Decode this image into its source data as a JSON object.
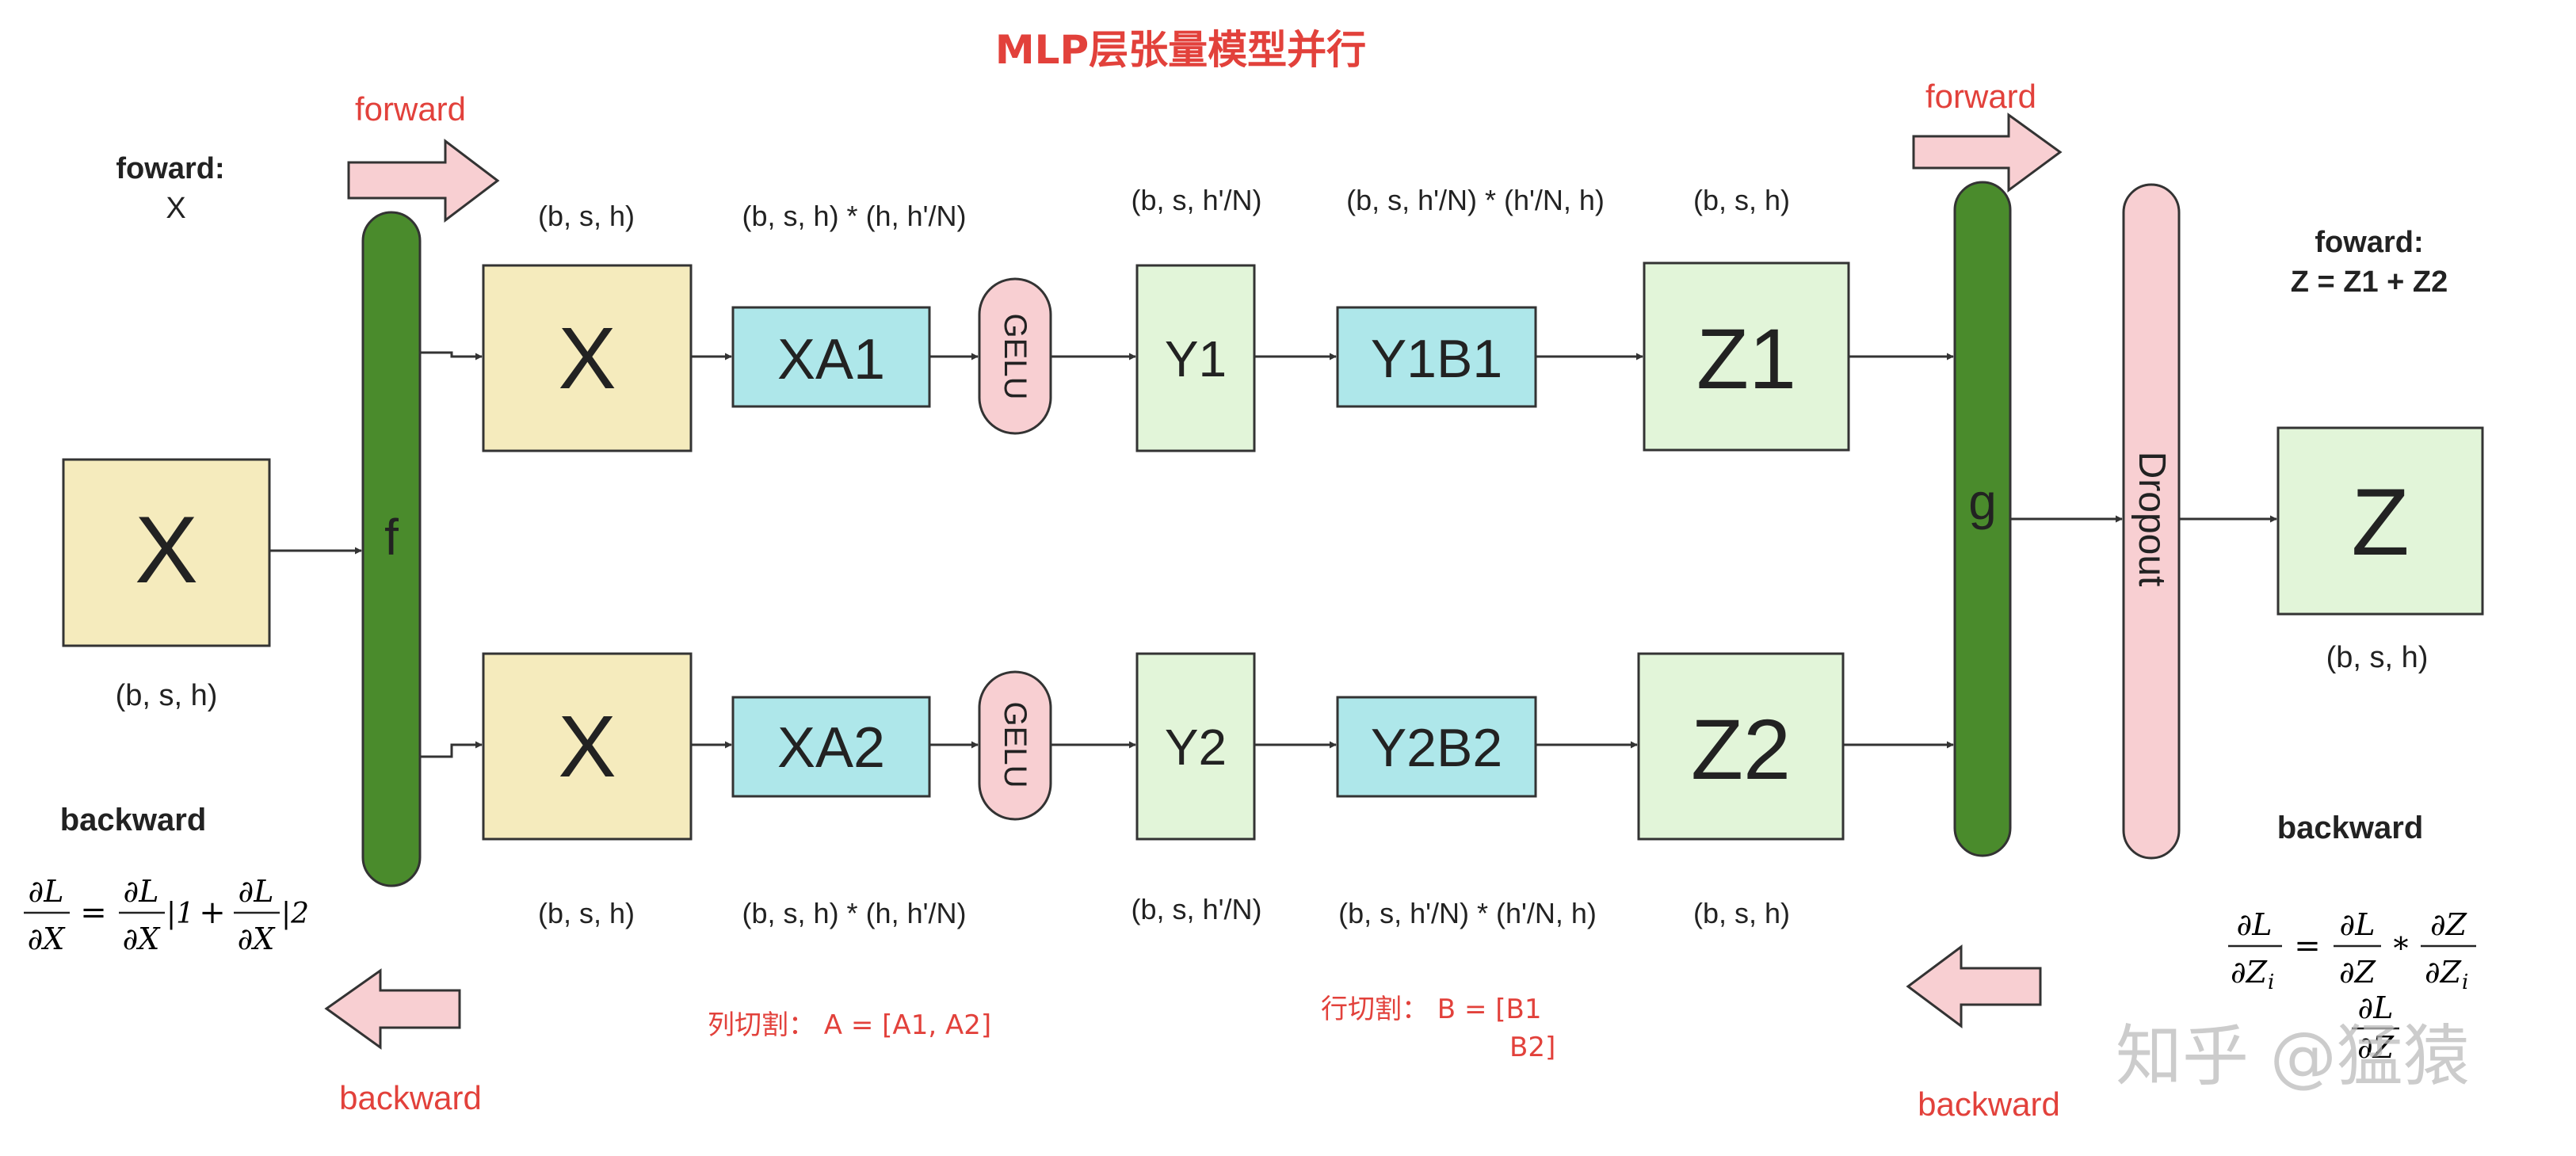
{
  "title": "MLP层张量模型并行",
  "colors": {
    "input_box": "#f5ebbd",
    "mat_box": "#aee7ea",
    "gelu_box": "#f8cfd2",
    "out_box": "#e2f5d9",
    "green_bar": "#4a8b2c",
    "dropout": "#f8cfd2",
    "arrow_fill": "#f8cfd2",
    "red_text": "#e2413b",
    "dark_text": "#222222"
  },
  "left": {
    "forward_label": "forward",
    "foward_title": "foward:",
    "foward_value": "X",
    "input_box_label": "X",
    "input_shape": "(b, s, h)",
    "f_bar_label": "f",
    "backward_label": "backward",
    "backward_bottom_label": "backward",
    "formula": {
      "lhs_num": "∂L",
      "lhs_den": "∂X",
      "eq": "=",
      "t1_num": "∂L",
      "t1_den": "∂X",
      "t1_sub": "|1",
      "plus": "+",
      "t2_num": "∂L",
      "t2_den": "∂X",
      "t2_sub": "|2"
    }
  },
  "top_row": {
    "x_shape": "(b, s, h)",
    "xa_shape": "(b, s, h) * (h, h'/N)",
    "y_shape": "(b, s,  h'/N)",
    "yb_shape": "(b, s, h'/N) * (h'/N, h)",
    "z_shape": "(b, s, h)",
    "x_label": "X",
    "xa_label": "XA1",
    "gelu_label": "GELU",
    "y_label": "Y1",
    "yb_label": "Y1B1",
    "z_label": "Z1"
  },
  "bottom_row": {
    "x_shape": "(b, s, h)",
    "xa_shape": "(b, s, h) * (h, h'/N)",
    "y_shape": "(b, s,  h'/N)",
    "yb_shape": "(b, s, h'/N) * (h'/N, h)",
    "z_shape": "(b, s, h)",
    "x_label": "X",
    "xa_label": "XA2",
    "gelu_label": "GELU",
    "y_label": "Y2",
    "yb_label": "Y2B2",
    "z_label": "Z2"
  },
  "split_notes": {
    "col_split": "列切割：  A = [A1, A2]",
    "row_split_line1": "行切割：  B = [B1",
    "row_split_line2": "B2]"
  },
  "right": {
    "forward_label": "forward",
    "g_bar_label": "g",
    "dropout_label": "Dropout",
    "foward_title": "foward:",
    "foward_value": "Z = Z1 + Z2",
    "output_box_label": "Z",
    "output_shape": "(b, s, h)",
    "backward_label": "backward",
    "backward_bottom_label": "backward",
    "formula": {
      "lhs_num": "∂L",
      "lhs_den": "∂Z",
      "lhs_sub": "i",
      "eq": "=",
      "t1_num": "∂L",
      "t1_den": "∂Z",
      "times": "*",
      "t2_num": "∂Z",
      "t2_den": "∂Z",
      "t2_sub": "i",
      "extra_num": "∂L",
      "extra_den": "∂Z"
    }
  },
  "watermark": "知乎 @猛猿"
}
